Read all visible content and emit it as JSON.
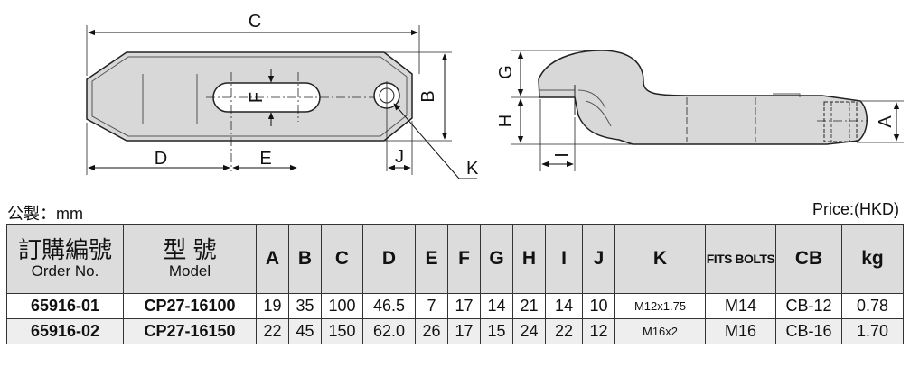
{
  "dimension_labels": {
    "C": "C",
    "B": "B",
    "F": "F",
    "D": "D",
    "E": "E",
    "J": "J",
    "K": "K",
    "G": "G",
    "H": "H",
    "I": "I",
    "A": "A"
  },
  "unit_text": "公製：mm",
  "price_text": "Price:(HKD)",
  "table": {
    "headers": {
      "order_no_zh": "訂購編號",
      "order_no_en": "Order No.",
      "model_zh": "型 號",
      "model_en": "Model",
      "cols": [
        "A",
        "B",
        "C",
        "D",
        "E",
        "F",
        "G",
        "H",
        "I",
        "J",
        "K",
        "FITS BOLTS",
        "CB",
        "kg"
      ]
    },
    "rows": [
      {
        "order_no": "65916-01",
        "model": "CP27-16100",
        "values": [
          "19",
          "35",
          "100",
          "46.5",
          "7",
          "17",
          "14",
          "21",
          "14",
          "10",
          "M12x1.75",
          "M14",
          "CB-12",
          "0.78"
        ]
      },
      {
        "order_no": "65916-02",
        "model": "CP27-16150",
        "values": [
          "22",
          "45",
          "150",
          "62.0",
          "26",
          "17",
          "15",
          "24",
          "22",
          "12",
          "M16x2",
          "M16",
          "CB-16",
          "1.70"
        ]
      }
    ]
  }
}
